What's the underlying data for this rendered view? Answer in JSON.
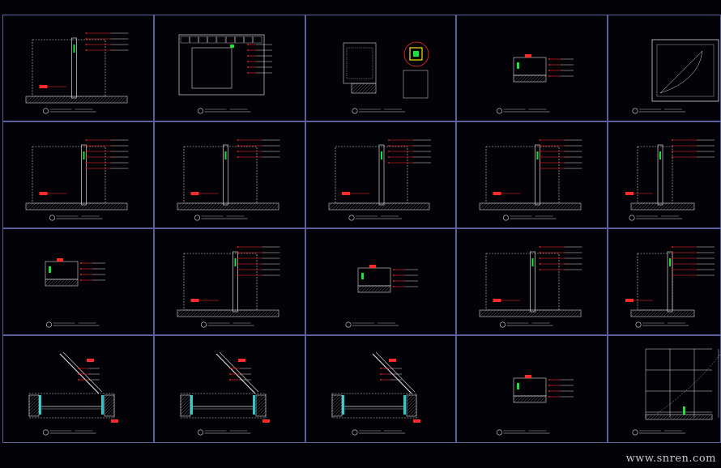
{
  "watermark": "www.snren.com",
  "colors": {
    "background": "#020207",
    "frame": "#5a5f9e",
    "linework": "#d8d8d8",
    "leader": "#ff2a2a",
    "accent_green": "#19e33a",
    "accent_yellow": "#f2e600",
    "accent_cyan": "#2ec9c9",
    "hatch": "#8a8a8a"
  },
  "sheet": {
    "rows": 4,
    "columns": 5,
    "detail_count": 20
  }
}
